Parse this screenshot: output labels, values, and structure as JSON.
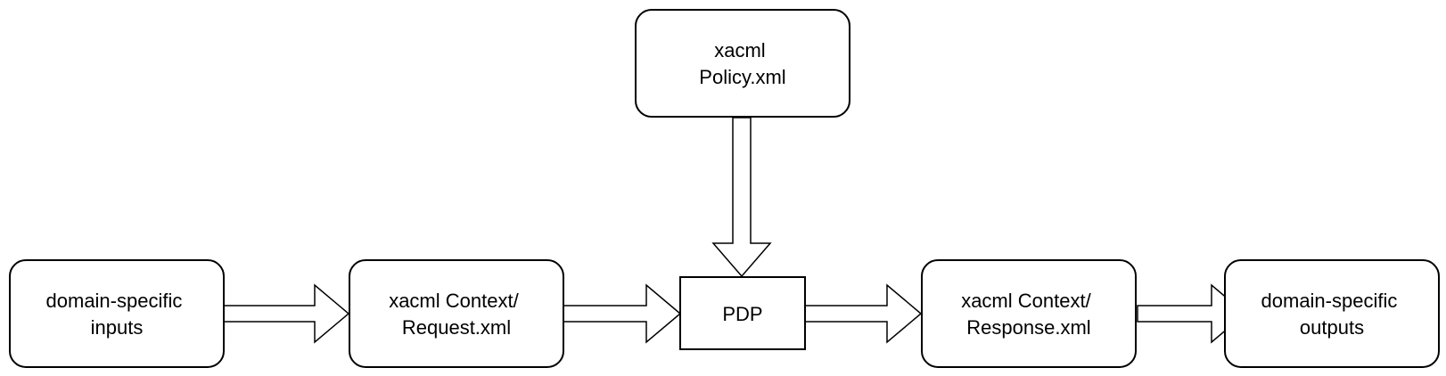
{
  "diagram": {
    "nodes": {
      "policy": {
        "lines": [
          "xacml",
          "Policy.xml"
        ]
      },
      "inputs": {
        "lines": [
          "domain-specific",
          "inputs"
        ]
      },
      "request": {
        "lines": [
          "xacml Context/",
          "Request.xml"
        ]
      },
      "pdp": {
        "lines": [
          "PDP"
        ]
      },
      "response": {
        "lines": [
          "xacml Context/",
          "Response.xml"
        ]
      },
      "outputs": {
        "lines": [
          "domain-specific",
          "outputs"
        ]
      }
    },
    "edges": [
      {
        "from": "inputs",
        "to": "request"
      },
      {
        "from": "request",
        "to": "pdp"
      },
      {
        "from": "pdp",
        "to": "response"
      },
      {
        "from": "response",
        "to": "outputs"
      },
      {
        "from": "policy",
        "to": "pdp"
      }
    ]
  }
}
